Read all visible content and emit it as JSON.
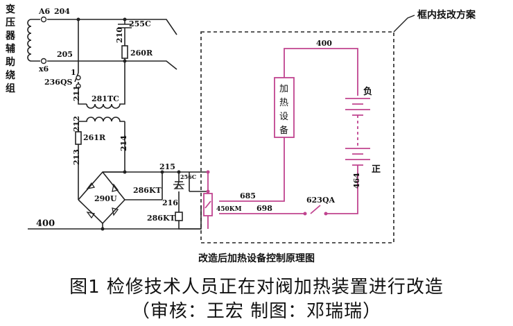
{
  "diagram": {
    "side_title": [
      "变",
      "压",
      "器",
      "辅",
      "助",
      "绕",
      "组"
    ],
    "box_title": "框内技改方案",
    "heater_label": [
      "加",
      "热",
      "设",
      "备"
    ],
    "neg_label": "负",
    "pos_label": "正",
    "wires": {
      "a6": "A6",
      "w204": "204",
      "w205": "205",
      "x6": "x6",
      "w255c": "255C",
      "w210": "210",
      "w260r": "260R",
      "w1": "1",
      "w236qs": "236QS",
      "w211": "211",
      "w281tc": "281TC",
      "w212": "212",
      "w261r": "261R",
      "w214": "214",
      "w213": "213",
      "w290u": "290U",
      "w215": "215",
      "w256c": "256C",
      "w286kt_a": "286KT",
      "w216": "216",
      "w286kt_b": "286KT",
      "w400_left": "400",
      "w400_top": "400",
      "w685": "685",
      "w698": "698",
      "w450km": "450KM",
      "w623qa": "623QA",
      "w464": "464"
    },
    "subcaption": "改造后加热设备控制原理图"
  },
  "caption": {
    "line1": "图1  检修技术人员正在对阀加热装置进行改造",
    "line2": "（审核：王宏  制图：邓瑞瑞）"
  },
  "colors": {
    "black_wire": "#222222",
    "pink_wire": "#c0448f"
  }
}
